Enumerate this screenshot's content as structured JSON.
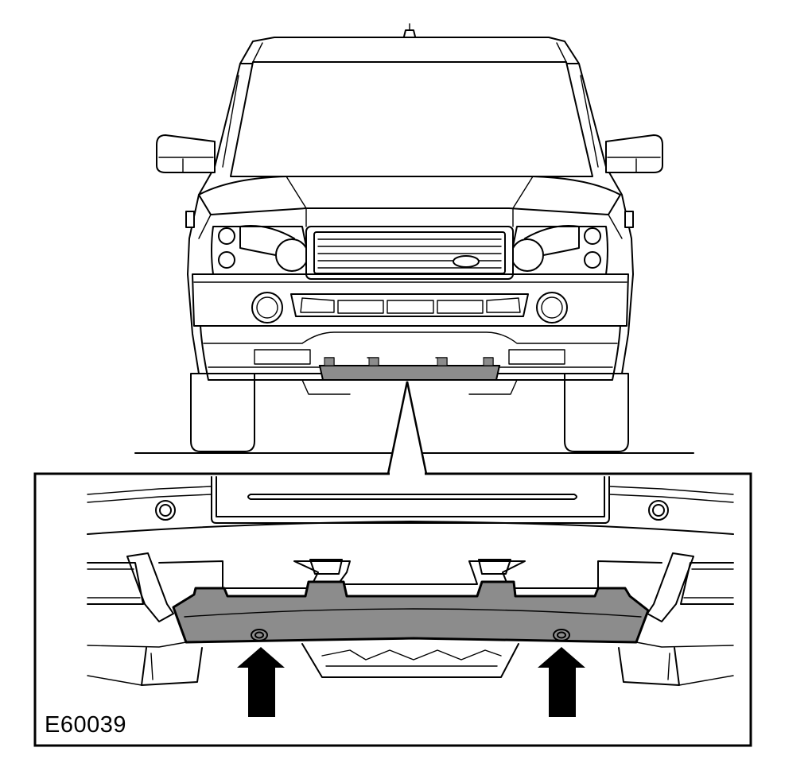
{
  "figure": {
    "id_label": "E60039",
    "highlight_color": "#8c8c8c",
    "line_color": "#000000",
    "background": "#ffffff"
  },
  "callouts": {
    "arrow_count": 2,
    "arrow_style": "solid-black-upward"
  }
}
